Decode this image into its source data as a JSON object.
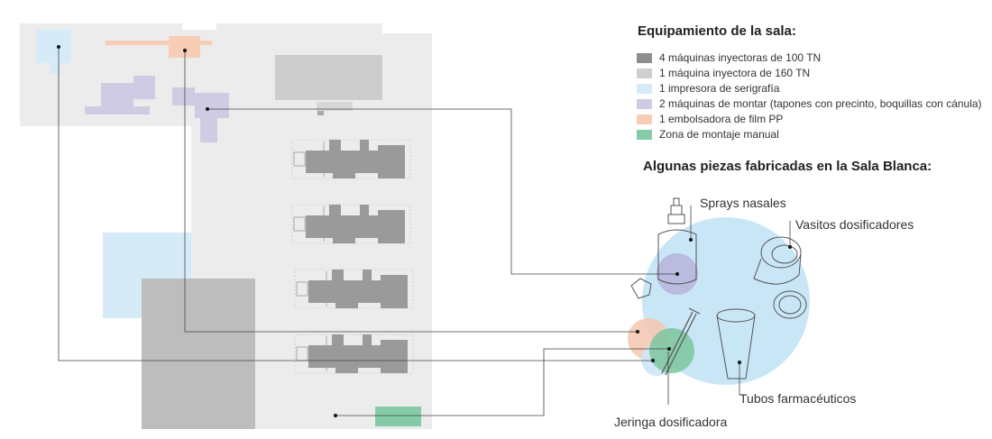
{
  "legend": {
    "title": "Equipamiento de la sala:",
    "items": [
      {
        "label": "4 máquinas inyectoras de 100 TN",
        "color": "#8e8e8e"
      },
      {
        "label": "1 máquina inyectora de 160 TN",
        "color": "#cfcfcf"
      },
      {
        "label": "1 impresora de serigrafía",
        "color": "#d6ebf8"
      },
      {
        "label": "2 máquinas de montar (tapones con precinto, boquillas con cánula)",
        "color": "#cfcbe3"
      },
      {
        "label": "1 embolsadora de film PP",
        "color": "#f7cdb6"
      },
      {
        "label": "Zona de montaje manual",
        "color": "#86cba7"
      }
    ]
  },
  "parts": {
    "title": "Algunas piezas fabricadas en la Sala Blanca:",
    "labels": {
      "sprays": "Sprays nasales",
      "vasitos": "Vasitos dosificadores",
      "tubos": "Tubos farmacéuticos",
      "jeringa": "Jeringa dosificadora"
    }
  },
  "colors": {
    "floor": "#ececec",
    "machine_100": "#9a9a9a",
    "machine_160": "#cdcdcd",
    "screen_printer": "#d6ebf8",
    "assembly": "#cfcbe3",
    "bagger": "#f7cdb6",
    "manual_zone": "#86cba7",
    "parts_circle": "#c9e6f7",
    "leader": "#444444"
  }
}
